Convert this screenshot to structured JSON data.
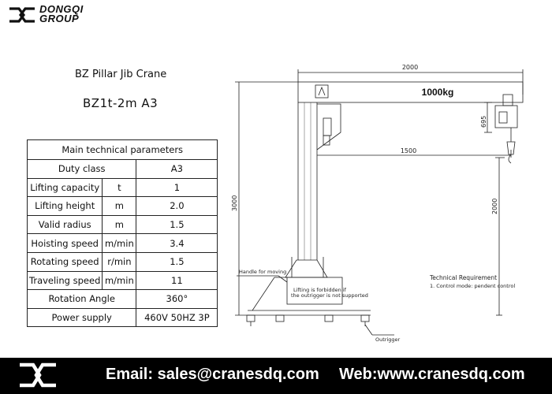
{
  "header": {
    "brand_line1": "DONGQI",
    "brand_line2": "GROUP"
  },
  "title": {
    "line1": "BZ Pillar Jib Crane",
    "line2": "BZ1t-2m A3"
  },
  "table": {
    "heading": "Main technical parameters",
    "rows": [
      {
        "label": "Duty class",
        "unit": "",
        "value": "A3"
      },
      {
        "label": "Lifting capacity",
        "unit": "t",
        "value": "1"
      },
      {
        "label": "Lifting height",
        "unit": "m",
        "value": "2.0"
      },
      {
        "label": "Valid radius",
        "unit": "m",
        "value": "1.5"
      },
      {
        "label": "Hoisting speed",
        "unit": "m/min",
        "value": "3.4"
      },
      {
        "label": "Rotating speed",
        "unit": "r/min",
        "value": "1.5"
      },
      {
        "label": "Traveling speed",
        "unit": "m/min",
        "value": "11"
      },
      {
        "label": "Rotation Angle",
        "unit": "",
        "value": "360°"
      },
      {
        "label": "Power supply",
        "unit": "",
        "value": "460V 50HZ 3P"
      }
    ]
  },
  "drawing": {
    "dim_top": "2000",
    "capacity": "1000kg",
    "dim_hook": "695",
    "dim_radius": "1500",
    "dim_total_height": "3000",
    "dim_lift_height": "2000",
    "label_handle": "Handle for moving",
    "label_warning_1": "Lifting is forbidden if",
    "label_warning_2": "the outrigger is not supported",
    "label_outrigger": "Outrigger",
    "tech_req_title": "Technical Requirement",
    "tech_req_item": "1. Control mode: pendent control"
  },
  "footer": {
    "email": "Email: sales@cranesdq.com",
    "web": "Web:www.cranesdq.com"
  },
  "colors": {
    "footer_bg": "#000000",
    "footer_text": "#ffffff",
    "line": "#222222"
  }
}
